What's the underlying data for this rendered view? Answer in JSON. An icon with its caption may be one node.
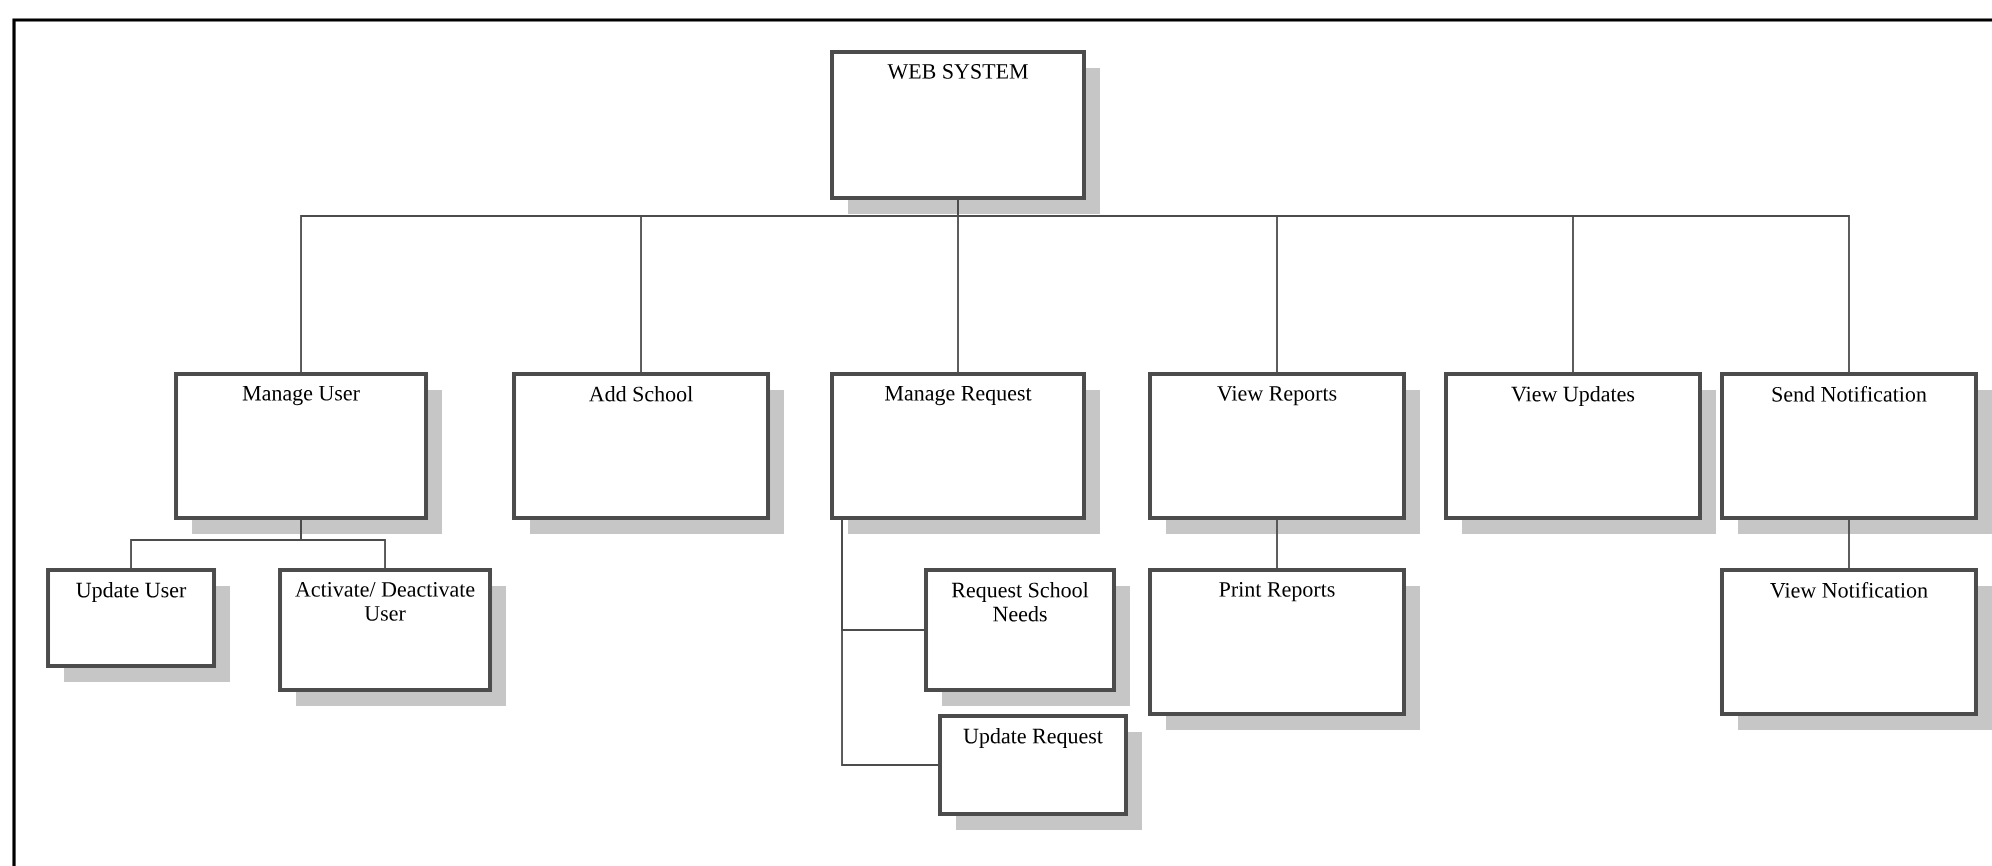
{
  "diagram": {
    "nodes": [
      {
        "text": [
          "WEB SYSTEM"
        ]
      },
      {
        "text": [
          "Manage User"
        ]
      },
      {
        "text": [
          "Add School"
        ]
      },
      {
        "text": [
          "Manage Request"
        ]
      },
      {
        "text": [
          "View Reports"
        ]
      },
      {
        "text": [
          "View Updates"
        ]
      },
      {
        "text": [
          "Send Notification"
        ]
      },
      {
        "text": [
          "Update User"
        ]
      },
      {
        "text": [
          "Activate/ Deactivate User"
        ]
      },
      {
        "text": [
          "Request School Needs"
        ]
      },
      {
        "text": [
          "Update Request"
        ]
      },
      {
        "text": [
          "Print Reports"
        ]
      },
      {
        "text": [
          "View Notification"
        ]
      }
    ],
    "edges": [
      {
        "from": 0,
        "to": 1,
        "arrow": "none"
      },
      {
        "from": 0,
        "to": 2,
        "arrow": "none"
      },
      {
        "from": 0,
        "to": 3,
        "arrow": "none"
      },
      {
        "from": 0,
        "to": 4,
        "arrow": "none"
      },
      {
        "from": 0,
        "to": 5,
        "arrow": "none"
      },
      {
        "from": 0,
        "to": 6,
        "arrow": "none"
      },
      {
        "from": 1,
        "to": 7,
        "arrow": "none"
      },
      {
        "from": 1,
        "to": 8,
        "arrow": "none"
      },
      {
        "from": 3,
        "to": 9,
        "arrow": "none"
      },
      {
        "from": 3,
        "to": 10,
        "arrow": "none"
      },
      {
        "from": 4,
        "to": 11,
        "arrow": "none"
      },
      {
        "from": 6,
        "to": 12,
        "arrow": "none"
      }
    ]
  }
}
